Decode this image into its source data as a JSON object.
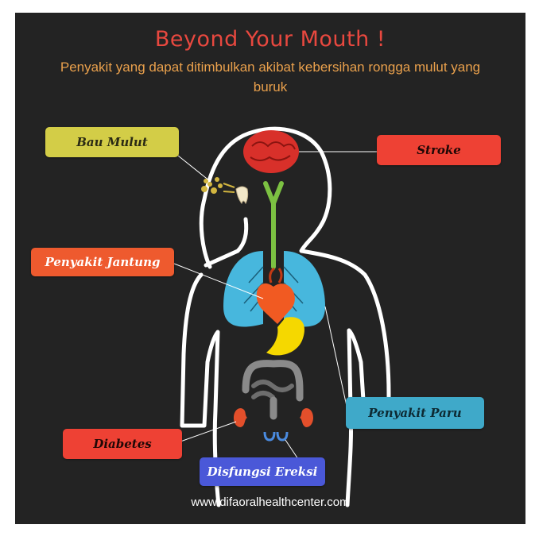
{
  "title": "Beyond Your Mouth !",
  "subtitle": "Penyakit yang dapat ditimbulkan akibat kebersihan rongga mulut yang buruk",
  "labels": {
    "bau_mulut": "Bau Mulut",
    "stroke": "Stroke",
    "penyakit_jantung": "Penyakit  Jantung",
    "penyakit_paru": "Penyakit Paru",
    "diabetes": "Diabetes",
    "disfungsi_ereksi": "Disfungsi Ereksi"
  },
  "footer": "www.difaoralhealthcenter.com",
  "colors": {
    "background": "#232323",
    "title": "#e8483f",
    "subtitle": "#e9a04c",
    "bau_mulut": "#d3cd47",
    "stroke": "#ee4134",
    "penyakit_jantung": "#ee5a2e",
    "penyakit_paru": "#3fa9c9",
    "diabetes": "#ee4134",
    "disfungsi_ereksi": "#4a58d8"
  }
}
